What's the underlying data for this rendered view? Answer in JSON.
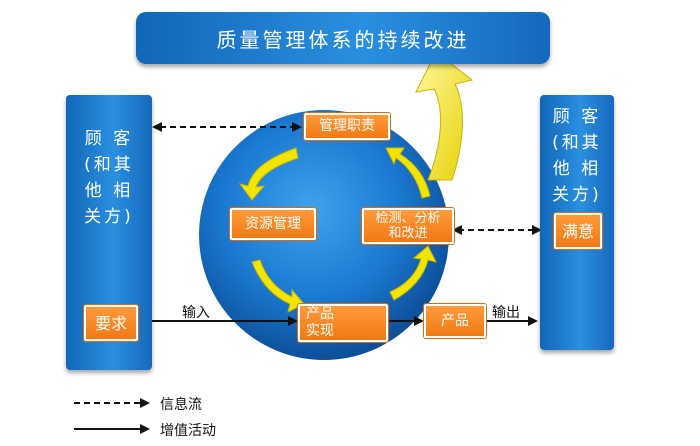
{
  "title": "质量管理体系的持续改进",
  "left_panel": {
    "label": "顾 客\n(和其\n他 相\n关方)",
    "tag": "要求"
  },
  "right_panel": {
    "label": "顾 客\n(和其\n他 相\n关方)",
    "tag": "满意"
  },
  "cycle": {
    "management": "管理职责",
    "resources": "资源管理",
    "realization": "产品\n实现",
    "measurement": "检测、分析\n和改进"
  },
  "output_product": "产品",
  "flow_labels": {
    "input": "输入",
    "output": "输出"
  },
  "legend": {
    "info_flow": "信息流",
    "value_added": "增值活动"
  },
  "colors": {
    "blue": "#1a78d0",
    "orange": "#f58220",
    "yellow": "#ffea00"
  }
}
